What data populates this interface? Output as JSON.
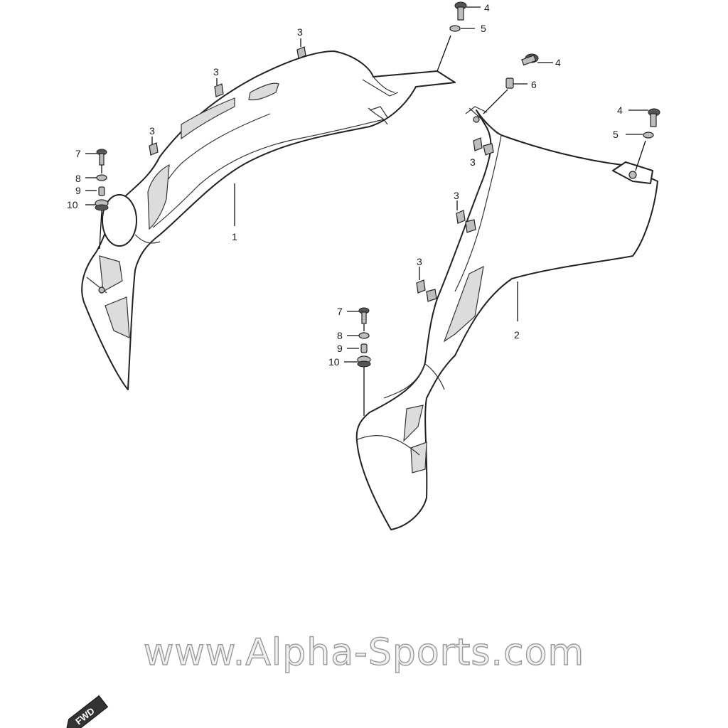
{
  "diagram": {
    "callouts": {
      "part_1": "1",
      "part_2": "2",
      "clip_3": "3",
      "bolt_4": "4",
      "washer_5": "5",
      "collar_6": "6",
      "screw_7": "7",
      "washer_8": "8",
      "collar_9": "9",
      "grommet_10": "10"
    },
    "watermark": "www.Alpha-Sports.com",
    "direction_arrow": {
      "label": "FWD",
      "icon": "fwd-arrow-icon"
    }
  }
}
